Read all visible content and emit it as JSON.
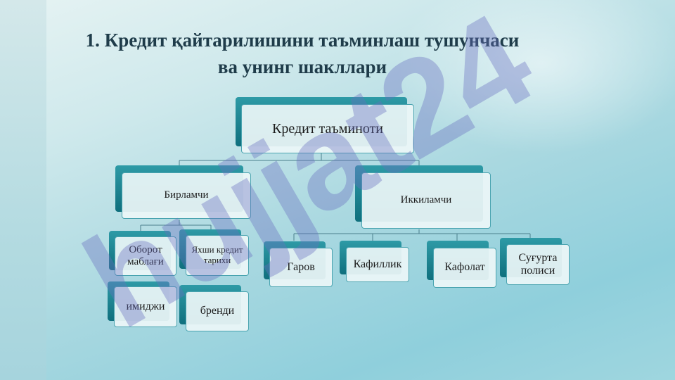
{
  "title": {
    "line1": "1. Кредит қайтарилишини таъминлаш тушунчаси",
    "line2": "ва унинг шакллари"
  },
  "diagram": {
    "root": "Кредит таъминоти",
    "primary": {
      "label": "Бирламчи",
      "children": [
        "Оборот маблағи",
        "Яхши кредит тарихи",
        "имиджи",
        "бренди"
      ]
    },
    "secondary": {
      "label": "Иккиламчи",
      "children": [
        "Гаров",
        "Кафиллик",
        "Кафолат",
        "Суғурта полиси"
      ]
    }
  },
  "watermark": {
    "text": "hujjat24",
    "color": "#6a6fc0"
  }
}
